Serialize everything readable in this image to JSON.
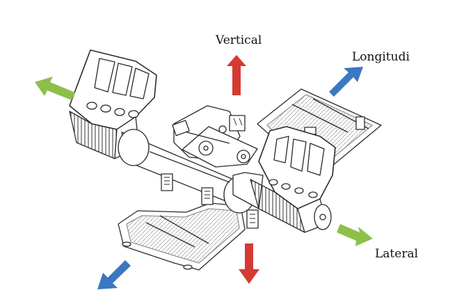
{
  "labels": {
    "vertical": "Vertical",
    "longitudinal": "Longitudi",
    "lateral": "Lateral"
  },
  "arrows": [
    {
      "name": "vertical-up-arrow",
      "axis": "vertical",
      "direction": "up",
      "color": "#d43a32"
    },
    {
      "name": "vertical-down-arrow",
      "axis": "vertical",
      "direction": "down",
      "color": "#d43a32"
    },
    {
      "name": "longitudinal-forward-arrow",
      "axis": "longitudinal",
      "direction": "forward",
      "color": "#3b78c2"
    },
    {
      "name": "longitudinal-back-arrow",
      "axis": "longitudinal",
      "direction": "back",
      "color": "#3b78c2"
    },
    {
      "name": "lateral-left-arrow",
      "axis": "lateral",
      "direction": "left",
      "color": "#8cc04a"
    },
    {
      "name": "lateral-right-arrow",
      "axis": "lateral",
      "direction": "right",
      "color": "#8cc04a"
    }
  ],
  "colors": {
    "vertical": "#d43a32",
    "longitudinal": "#3b78c2",
    "lateral": "#8cc04a",
    "line": "#2a2a2a"
  }
}
